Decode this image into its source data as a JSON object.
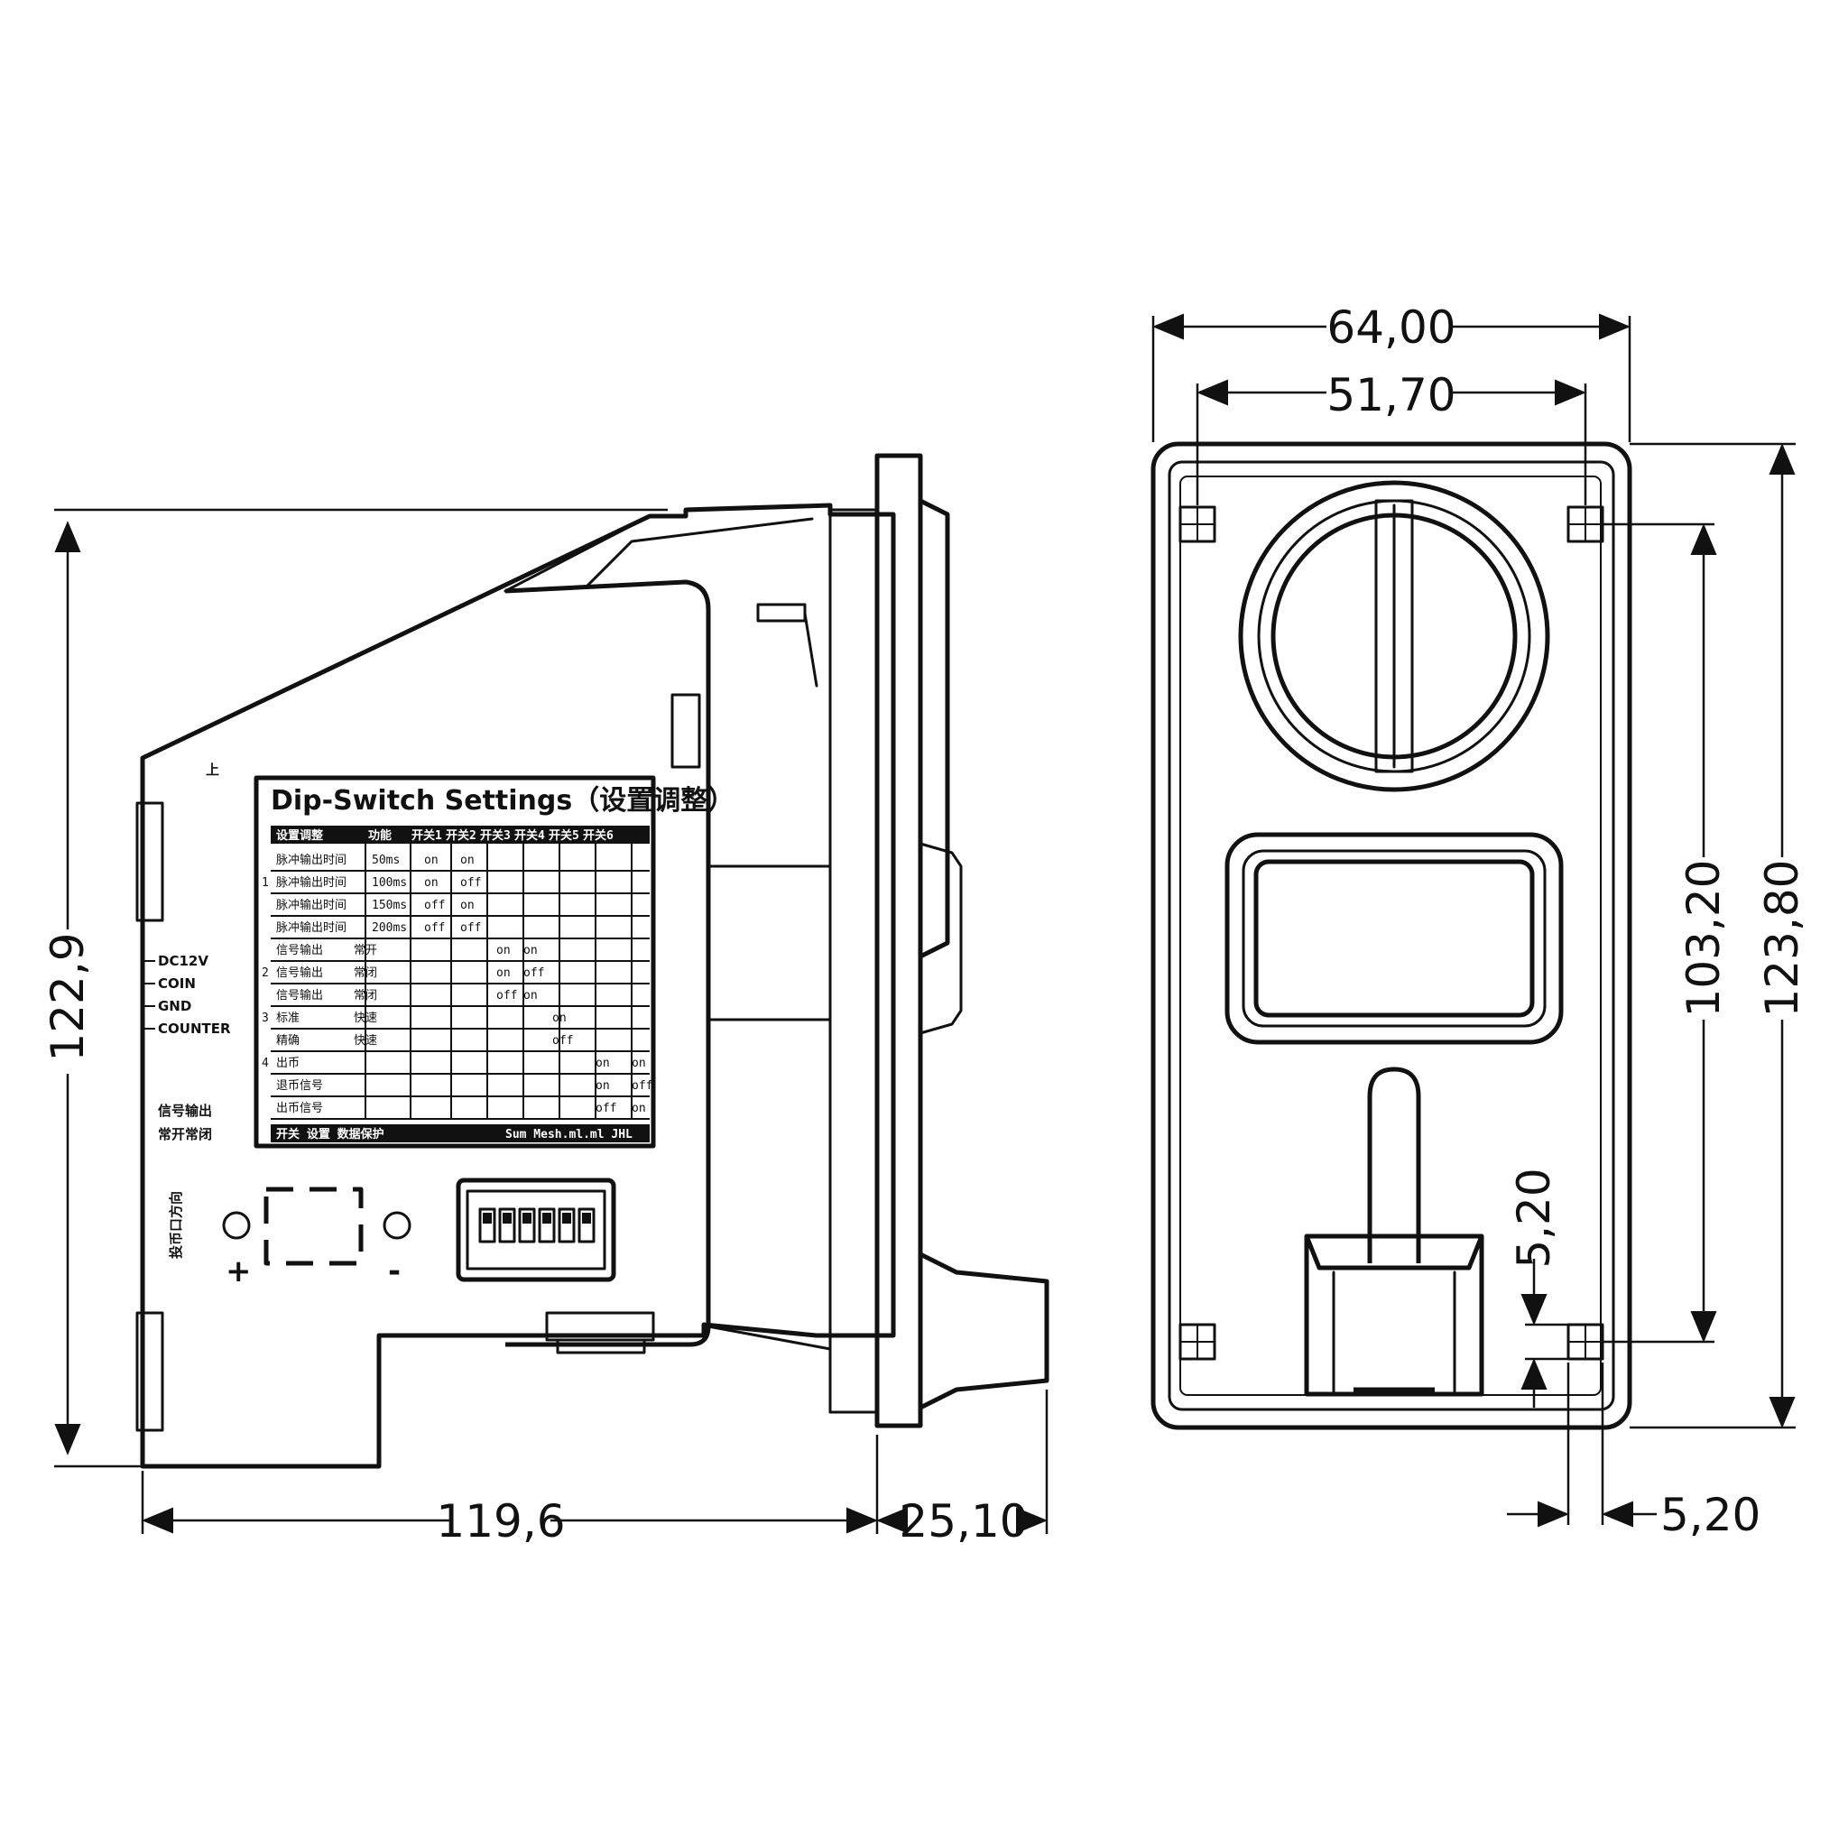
{
  "side_view": {
    "label_title": "Dip-Switch Settings（设置调整）",
    "label_header": [
      "设置调整",
      "",
      "功能",
      "开关1",
      "开关2",
      "开关3",
      "开关4",
      "开关5",
      "开关6"
    ],
    "label_rows": [
      {
        "group": "",
        "cells": [
          "脉冲输出时间",
          "50ms",
          "on",
          "on"
        ]
      },
      {
        "group": "1",
        "cells": [
          "脉冲输出时间",
          "100ms",
          "on",
          "off"
        ]
      },
      {
        "group": "",
        "cells": [
          "脉冲输出时间",
          "150ms",
          "off",
          "on"
        ]
      },
      {
        "group": "",
        "cells": [
          "脉冲输出时间",
          "200ms",
          "off",
          "off"
        ]
      },
      {
        "group": "",
        "cells": [
          "信号输出",
          "常开",
          "on",
          "on"
        ]
      },
      {
        "group": "2",
        "cells": [
          "信号输出",
          "常闭",
          "on",
          "off"
        ]
      },
      {
        "group": "",
        "cells": [
          "信号输出",
          "常闭",
          "off",
          "on"
        ]
      },
      {
        "group": "3",
        "cells": [
          "标准",
          "快速",
          "on"
        ]
      },
      {
        "group": "",
        "cells": [
          "精确",
          "快速",
          "off"
        ]
      },
      {
        "group": "4",
        "cells": [
          "出币",
          "on",
          "on"
        ]
      },
      {
        "group": "",
        "cells": [
          "退币信号",
          "on",
          "off"
        ]
      },
      {
        "group": "",
        "cells": [
          "出币信号",
          "off",
          "on"
        ]
      }
    ],
    "label_footer_left": "开关 设置 数据保护",
    "label_footer_right": "Sum Mesh.ml.ml JHL",
    "pin_labels": [
      "DC12V",
      "COIN",
      "GND",
      "COUNTER"
    ],
    "side_labels": [
      "信号输出",
      "常开常闭"
    ],
    "top_mark": "上",
    "vertical_mark": "投币口方向",
    "plus_label": "+",
    "minus_label": "-",
    "dim_height": "122,9",
    "dim_length": "119,6",
    "dim_depth": "25,10"
  },
  "front_view": {
    "dim_width_outer": "64,00",
    "dim_width_inner": "51,70",
    "dim_height_outer": "123,80",
    "dim_height_inner": "103,20",
    "dim_hole_v": "5,20",
    "dim_hole_h": "5,20"
  }
}
